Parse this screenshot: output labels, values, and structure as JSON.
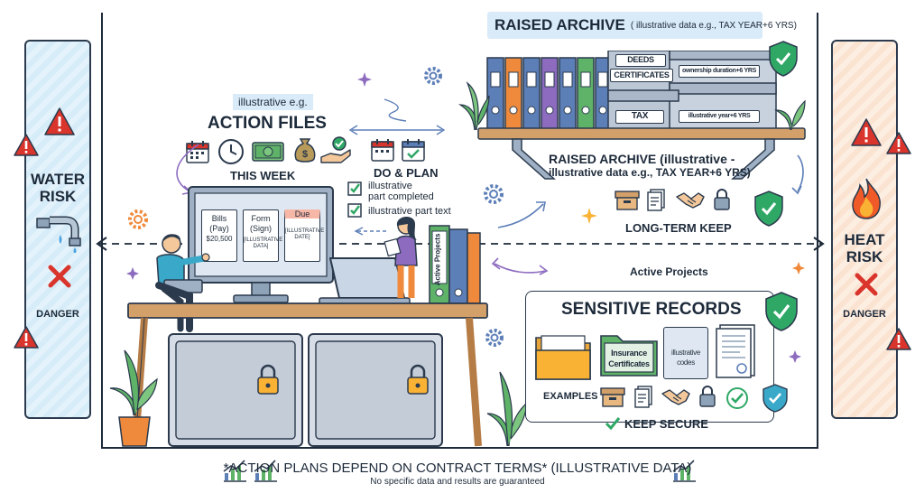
{
  "left_panel": {
    "title_line1": "WATER",
    "title_line2": "RISK",
    "danger": "DANGER"
  },
  "right_panel": {
    "title_line1": "HEAT",
    "title_line2": "RISK",
    "danger": "DANGER"
  },
  "archive_banner": {
    "title": "RAISED ARCHIVE",
    "note": "( illustrative data e.g., TAX YEAR+6 YRS)"
  },
  "archive_boxes": {
    "deeds": "DEEDS",
    "certificates": "CERTIFICATES",
    "ownership": "ownership duration+6 YRS",
    "tax": "TAX",
    "tax_note": "illustrative year+6 YRS"
  },
  "archive_caption": {
    "line1": "RAISED ARCHIVE (illustrative -",
    "line2": "illustrative data e.g., TAX YEAR+6 YRS)"
  },
  "long_term": "LONG-TERM KEEP",
  "action": {
    "eg_label": "illustrative e.g.",
    "title": "ACTION FILES",
    "this_week": "THIS WEEK",
    "do_plan": "DO & PLAN",
    "check1_line1": "illustrative",
    "check1_line2": "part completed",
    "check2": "illustrative part text"
  },
  "screen": {
    "bills_l1": "Bills",
    "bills_l2": "(Pay)",
    "bills_amount": "$20,500",
    "form_l1": "Form",
    "form_l2": "(Sign)",
    "form_small": "[ILLUSTRATIVE DATA]",
    "due_l1": "Due",
    "due_small": "[ILLUSTRATIVE DATE]"
  },
  "binder_spine": "Active Projects",
  "active_projects": "Active Projects",
  "sensitive": {
    "title": "SENSITIVE RECORDS",
    "insurance_l1": "Insurance",
    "insurance_l2": "Certificates",
    "codes_l1": "illustrative",
    "codes_l2": "codes",
    "examples": "EXAMPLES",
    "keep_secure": "KEEP SECURE"
  },
  "footer": {
    "line1": "*ACTION PLANS DEPEND ON CONTRACT TERMS* (ILLUSTRATIVE DATA)",
    "line2": "No specific data and results are guaranteed"
  },
  "colors": {
    "binder_blue": "#5d7fb8",
    "binder_orange": "#ef8a3c",
    "binder_purple": "#8d6cc0",
    "binder_green": "#5fb368",
    "shield_green": "#2fa866",
    "danger_red": "#d9352c",
    "water_panel": "#e4f3fb",
    "heat_panel": "#fdeee2",
    "banner": "#d9eaf8"
  },
  "icons": [
    "warning-icon",
    "pipe-icon",
    "cross-icon",
    "flame-icon",
    "shield-check-icon",
    "calendar-icon",
    "clock-icon",
    "cash-icon",
    "money-bag-icon",
    "hand-coin-icon",
    "checkbox-icon",
    "folder-icon",
    "document-icon",
    "handshake-icon",
    "padlock-icon",
    "gear-icon",
    "trend-chart-icon",
    "laptop-icon",
    "monitor-icon",
    "plant-icon",
    "archive-box-icon"
  ]
}
